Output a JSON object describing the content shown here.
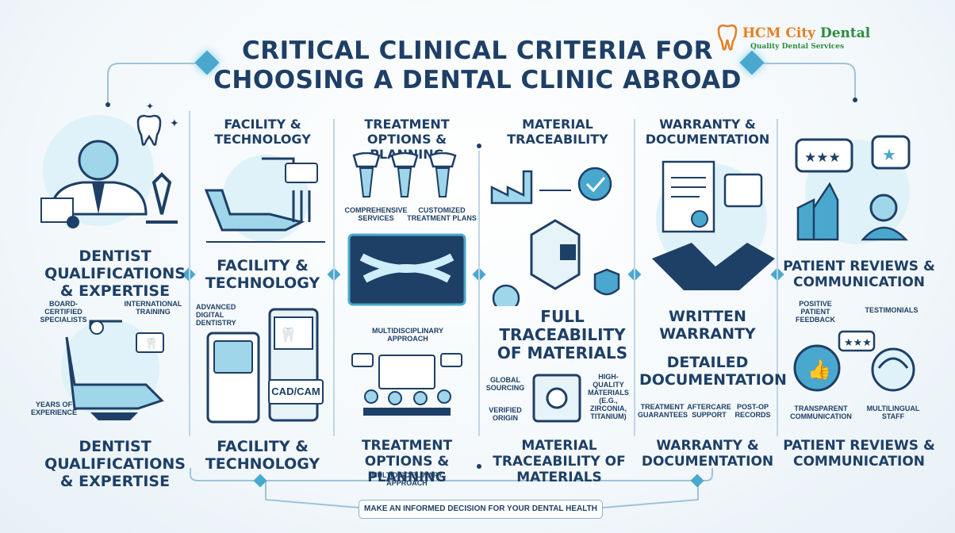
{
  "title_line1": "CRITICAL CLINICAL CRITERIA FOR",
  "title_line2": "CHOOSING A DENTAL CLINIC ABROAD",
  "logo": {
    "name_part1": "HCM City ",
    "name_part2": "Dental",
    "tagline": "Quality Dental Services"
  },
  "col1": {
    "top_title": "DENTIST QUALIFICATIONS & EXPERTISE",
    "label_board": "BOARD-CERTIFIED SPECIALISTS",
    "label_international": "INTERNATIONAL TRAINING",
    "label_years": "YEARS OF EXPERIENCE",
    "bottom_title": "DENTIST QUALIFICATIONS & EXPERTISE"
  },
  "col2": {
    "header": "FACILITY & TECHNOLOGY",
    "mid_title": "FACILITY & TECHNOLOGY",
    "label_advanced": "ADVANCED DIGITAL DENTISTRY",
    "screen_label": "CAD/CAM",
    "bottom_title": "FACILITY & TECHNOLOGY"
  },
  "col3": {
    "header": "TREATMENT OPTIONS & PLANNING",
    "label_comprehensive": "COMPREHENSIVE SERVICES",
    "label_customized": "CUSTOMIZED TREATMENT PLANS",
    "label_multi": "MULTIDISCIPLINARY APPROACH",
    "bottom_title": "TREATMENT OPTIONS & PLANNING",
    "bottom_sub": "MULTIDISCIPLINARY APPROACH"
  },
  "col4": {
    "header": "MATERIAL TRACEABILITY",
    "mid_title": "FULL TRACEABILITY OF MATERIALS",
    "label_global": "GLOBAL SOURCING",
    "label_verified": "VERIFIED ORIGIN",
    "label_quality": "HIGH-QUALITY MATERIALS (e.g., Zirconia, Titanium)",
    "bottom_title": "MATERIAL TRACEABILITY OF MATERIALS"
  },
  "col5": {
    "header": "WARRANTY & DOCUMENTATION",
    "mid_title": "WRITTEN WARRANTY",
    "mid_title2": "DETAILED DOCUMENTATION",
    "label_treatment": "TREATMENT GUARANTEES",
    "label_aftercare": "AFTERCARE SUPPORT",
    "label_postop": "POST-OP RECORDS",
    "bottom_title": "WARRANTY & DOCUMENTATION"
  },
  "col6": {
    "mid_title": "PATIENT REVIEWS & COMMUNICATION",
    "label_positive": "POSITIVE PATIENT FEEDBACK",
    "label_testimonials": "TESTIMONIALS",
    "label_transparent": "TRANSPARENT COMMUNICATION",
    "label_multilingual": "MULTILINGUAL STAFF",
    "bottom_title": "PATIENT REVIEWS & COMMUNICATION"
  },
  "footer": "MAKE AN INFORMED DECISION FOR YOUR DENTAL HEALTH",
  "colors": {
    "navy": "#1e3f66",
    "accent": "#4aa8cf",
    "light": "#bfe4f2",
    "orange": "#e67e22",
    "green": "#2e8b3e"
  }
}
